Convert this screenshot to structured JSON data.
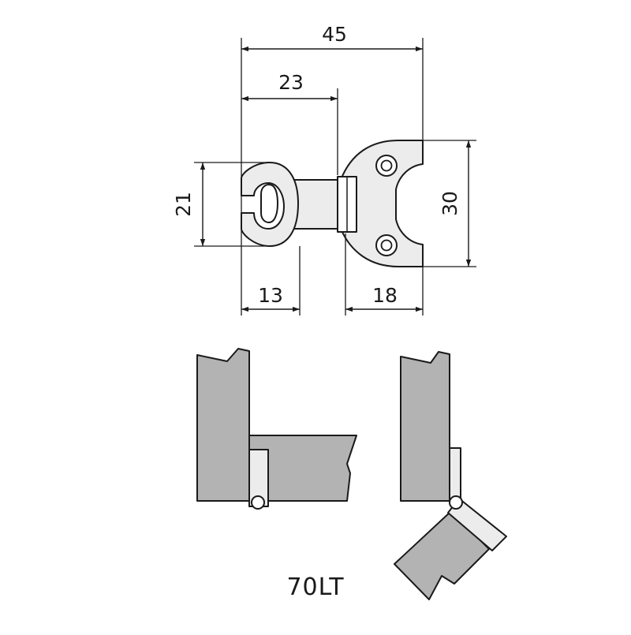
{
  "dimensions": {
    "overall_width": "45",
    "cup_to_center": "23",
    "height_left": "21",
    "height_right": "30",
    "left_part": "13",
    "right_part": "18"
  },
  "model": "70LT",
  "colors": {
    "line": "#1a1a1a",
    "metal": "#ececec",
    "wood": "#b3b3b3"
  }
}
